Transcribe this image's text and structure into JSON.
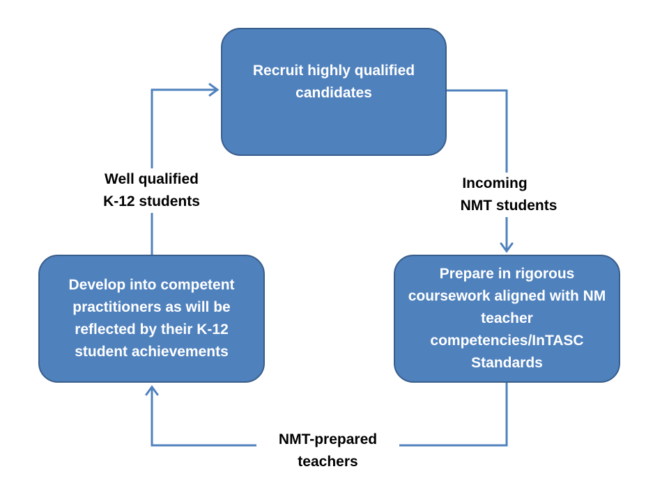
{
  "boxes": {
    "recruit": "Recruit highly qualified candidates",
    "prepare": "Prepare in rigorous coursework aligned with NM teacher competencies/InTASC Standards",
    "develop": "Develop into competent practitioners as will be reflected by their K-12 student achievements"
  },
  "labels": {
    "well_qualified_line1": "Well qualified",
    "well_qualified_line2": "K-12 students",
    "incoming_line1": "Incoming",
    "incoming_line2": "NMT students",
    "nmt_prepared_line1": "NMT-prepared",
    "nmt_prepared_line2": "teachers"
  },
  "colors": {
    "box_fill": "#4f81bd",
    "box_border": "#385d8a",
    "connector": "#4f81bd",
    "box_text": "#ffffff",
    "label_text": "#000000"
  }
}
